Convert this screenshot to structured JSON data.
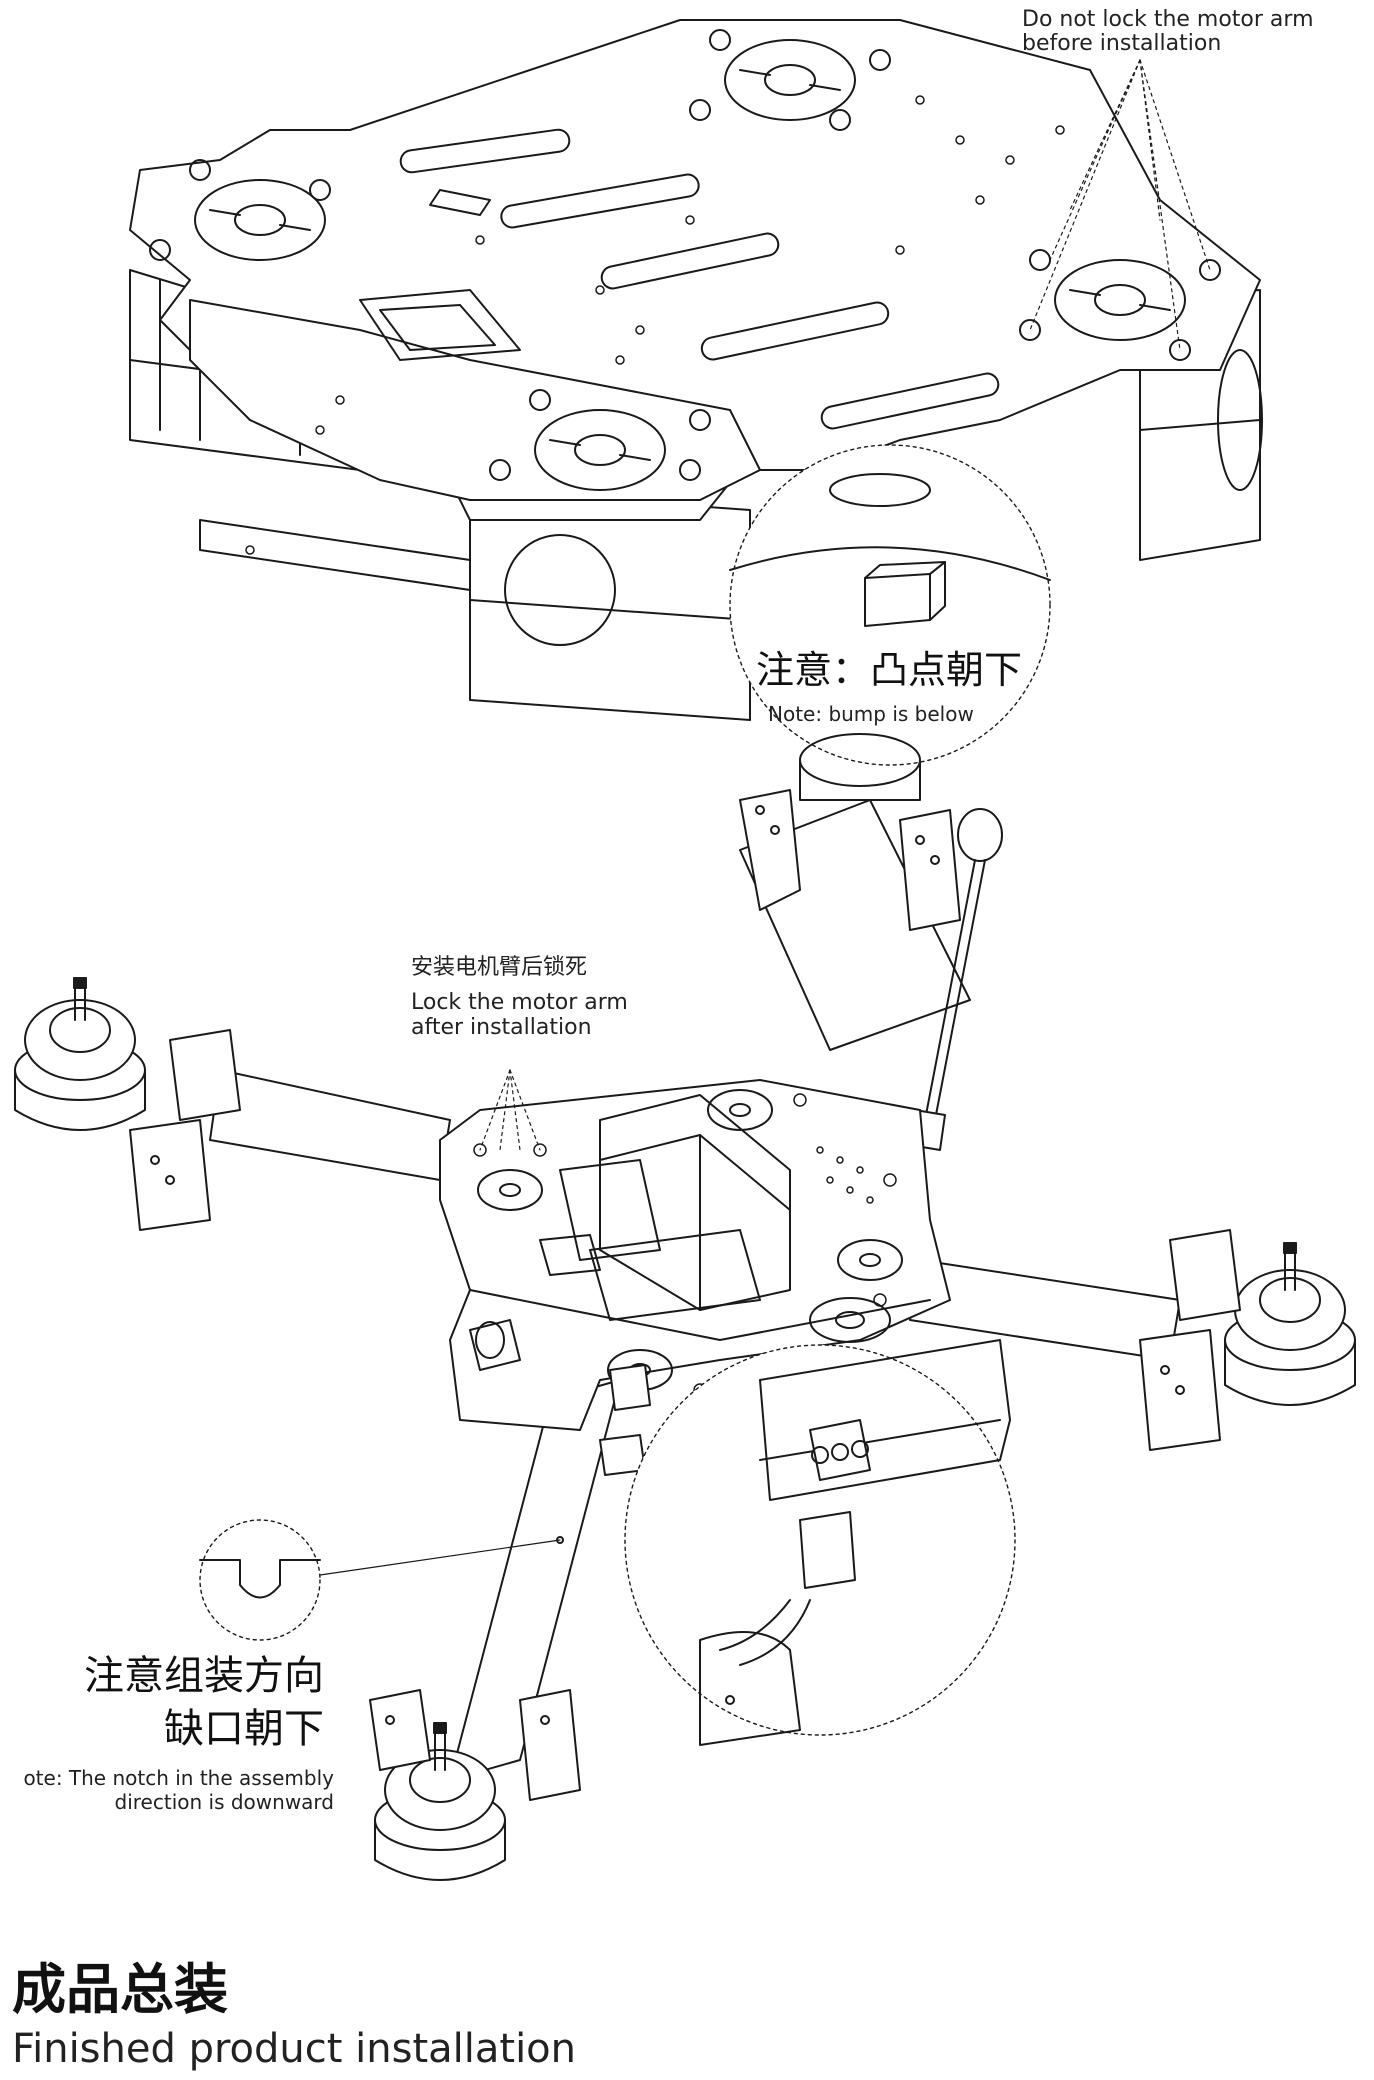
{
  "callouts": {
    "top_right": {
      "en_line1": "Do not lock the motor arm",
      "en_line2": "before installation"
    },
    "bump": {
      "cn": "注意：凸点朝下",
      "en": "Note: bump is below"
    },
    "lock_after": {
      "cn": "安装电机臂后锁死",
      "en_line1": "Lock the motor arm",
      "en_line2": "after installation"
    },
    "notch": {
      "cn_line1": "注意组装方向",
      "cn_line2": "缺口朝下",
      "en_line1": "ote: The notch in the assembly",
      "en_line2": "direction is downward"
    }
  },
  "footer": {
    "title_cn": "成品总装",
    "title_en": "Finished product installation"
  }
}
